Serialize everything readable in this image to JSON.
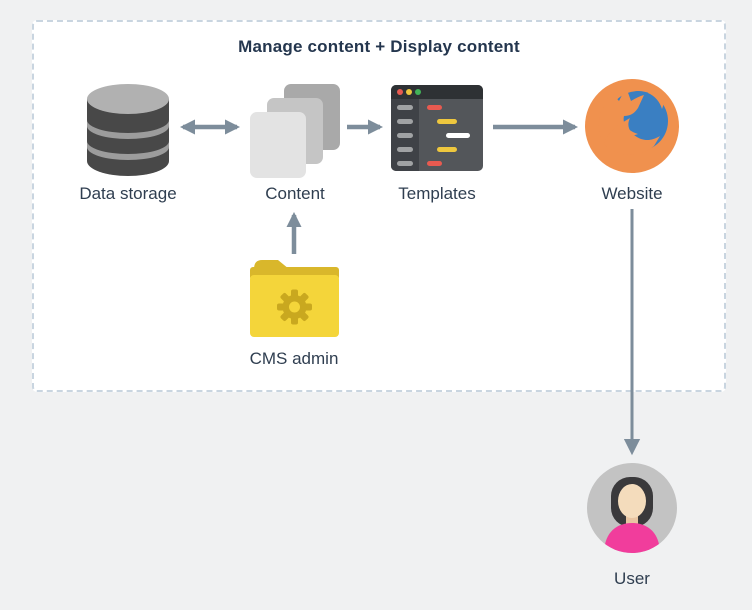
{
  "diagram": {
    "title": "Manage content + Display content",
    "nodes": [
      {
        "id": "data-storage",
        "label": "Data storage",
        "icon": "database-icon"
      },
      {
        "id": "content",
        "label": "Content",
        "icon": "stacked-pages-icon"
      },
      {
        "id": "templates",
        "label": "Templates",
        "icon": "code-editor-icon"
      },
      {
        "id": "website",
        "label": "Website",
        "icon": "firefox-browser-icon"
      },
      {
        "id": "cms-admin",
        "label": "CMS admin",
        "icon": "folder-gear-icon"
      },
      {
        "id": "user",
        "label": "User",
        "icon": "person-avatar-icon"
      }
    ],
    "edges": [
      {
        "from": "data-storage",
        "to": "content",
        "arrows": "both"
      },
      {
        "from": "content",
        "to": "templates",
        "arrows": "end"
      },
      {
        "from": "templates",
        "to": "website",
        "arrows": "end"
      },
      {
        "from": "cms-admin",
        "to": "content",
        "arrows": "end"
      },
      {
        "from": "website",
        "to": "user",
        "arrows": "end"
      }
    ],
    "colors": {
      "background": "#f0f1f2",
      "panel": "#ffffff",
      "dashed_border": "#c9d5e0",
      "arrow": "#7d8d9b",
      "title_text": "#24364e",
      "label_text": "#2f3e50",
      "database_body": "#484848",
      "database_top": "#b1b1b1",
      "database_stripe": "#9c9c9c",
      "page_back": "#a9a9a9",
      "page_mid": "#c5c5c5",
      "page_front": "#e3e3e3",
      "editor_titlebar": "#2e3134",
      "editor_sidebar": "#3f4247",
      "editor_main": "#53565a",
      "editor_line_gray": "#a0a2a4",
      "editor_line_red": "#e85a50",
      "editor_line_yellow": "#eec73e",
      "editor_dot_green": "#42b258",
      "folder_yellow": "#f4d53a",
      "folder_dark": "#d9b72b",
      "gear_olive": "#c9a81f",
      "firefox_orange": "#f0914e",
      "firefox_blue": "#3a7fc2",
      "avatar_bg": "#c3c3c3",
      "avatar_hair": "#3a393b",
      "avatar_skin": "#f4dcbc",
      "avatar_neck": "#e9c5a2",
      "shirt_pink": "#f13d9c"
    }
  }
}
